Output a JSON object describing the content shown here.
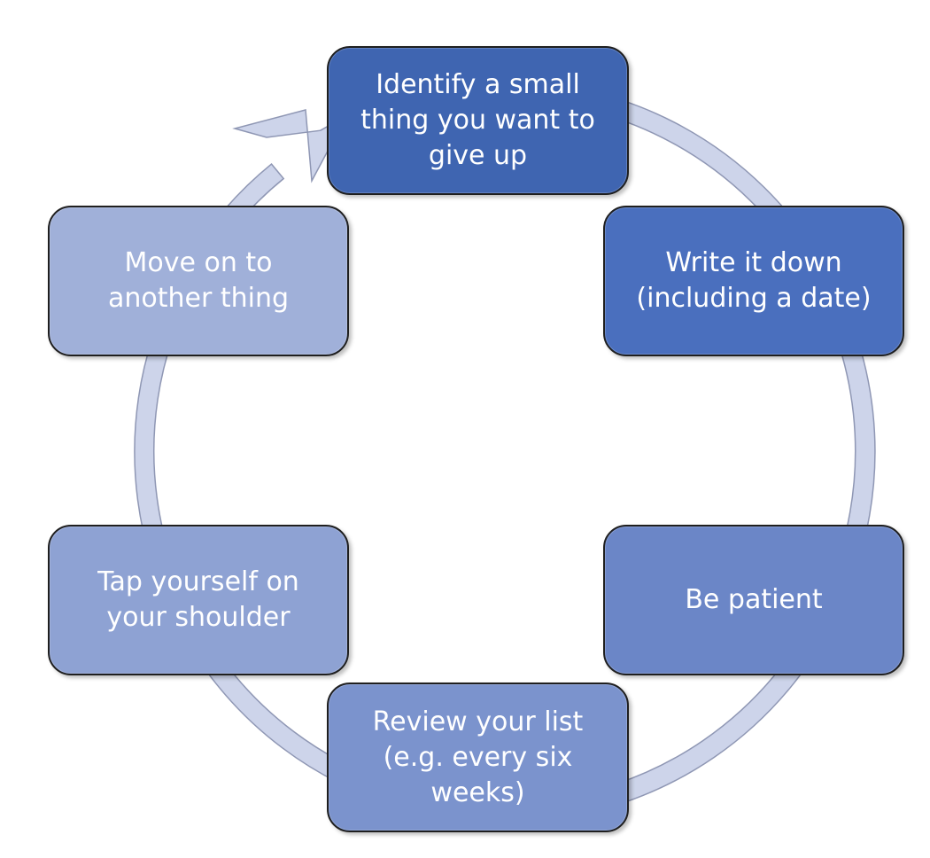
{
  "colors": {
    "ring_fill": "#cdd4ea",
    "ring_stroke": "#8f97b4",
    "outline": "#1f1f1f",
    "text": "#ffffff"
  },
  "steps": [
    {
      "label": "Identify a small\nthing you want to\ngive up",
      "color": "#3f65b1"
    },
    {
      "label": "Write it down\n(including a date)",
      "color": "#4a6fbe"
    },
    {
      "label": "Be patient",
      "color": "#6b86c7"
    },
    {
      "label": "Review your list\n(e.g. every six\nweeks)",
      "color": "#7b93cd"
    },
    {
      "label": "Tap yourself on\nyour shoulder",
      "color": "#8ea2d3"
    },
    {
      "label": "Move on to\nanother thing",
      "color": "#a0b0d9"
    }
  ]
}
